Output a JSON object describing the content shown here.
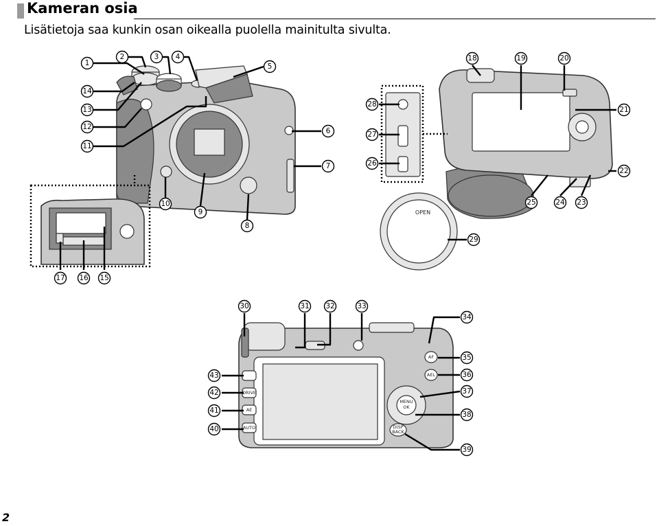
{
  "header": {
    "title": "Kameran osia",
    "subtitle": "Lisätietoja saa kunkin osan oikealla puolella mainitulta sivulta."
  },
  "page_number": "2",
  "callouts": [
    "1",
    "2",
    "3",
    "4",
    "5",
    "6",
    "7",
    "8",
    "9",
    "10",
    "11",
    "12",
    "13",
    "14",
    "15",
    "16",
    "17",
    "18",
    "19",
    "20",
    "21",
    "22",
    "23",
    "24",
    "25",
    "26",
    "27",
    "28",
    "29",
    "30",
    "31",
    "32",
    "33",
    "34",
    "35",
    "36",
    "37",
    "38",
    "39",
    "40",
    "41",
    "42",
    "43"
  ],
  "body_cap_label": "OPEN",
  "button_labels": {
    "drive": "DRIVE",
    "ae": "AE",
    "auto": "AUTO",
    "af": "AF",
    "ael": "AEL",
    "menu": "MENU",
    "ok": "OK",
    "disp": "DISP",
    "back": "BACK"
  }
}
